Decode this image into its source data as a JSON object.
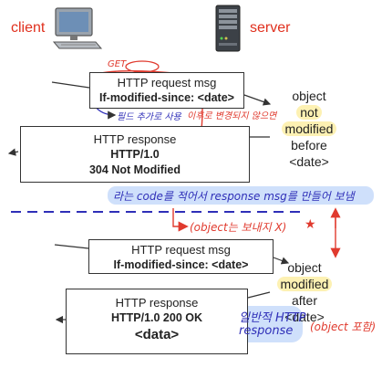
{
  "labels": {
    "client": "client",
    "server": "server"
  },
  "boxes": {
    "req1": {
      "line1": "HTTP request msg",
      "line2": "If-modified-since: <date>"
    },
    "resp1": {
      "line1": "HTTP response",
      "line2": "HTTP/1.0",
      "line3": "304 Not Modified"
    },
    "req2": {
      "line1": "HTTP request msg",
      "line2": "If-modified-since: <date>"
    },
    "resp2": {
      "line1": "HTTP response",
      "line2": "HTTP/1.0 200 OK",
      "line3": "<data>"
    }
  },
  "side_top": [
    "object",
    "not",
    "modified",
    "before",
    "<date>"
  ],
  "side_bottom": [
    "object",
    "modified",
    "after",
    "<date>"
  ],
  "annotations": {
    "get": "GET",
    "field_added": "필드 추가로 사용",
    "not_changed": "이후로 변경되지 않으면",
    "code_response": "라는 code를 적어서 response msg를 만들어 보냄",
    "no_object": "(object는 보내지 X)",
    "star": "★",
    "normal_line1": "일반적 HTTP",
    "normal_line2": "response",
    "object_included": "(object 포함)"
  },
  "colors": {
    "red": "#e03a2e",
    "blue": "#2f2fb8",
    "highlight_blue": "#cfe0fb",
    "highlight_yellow": "#fdf1b3"
  }
}
